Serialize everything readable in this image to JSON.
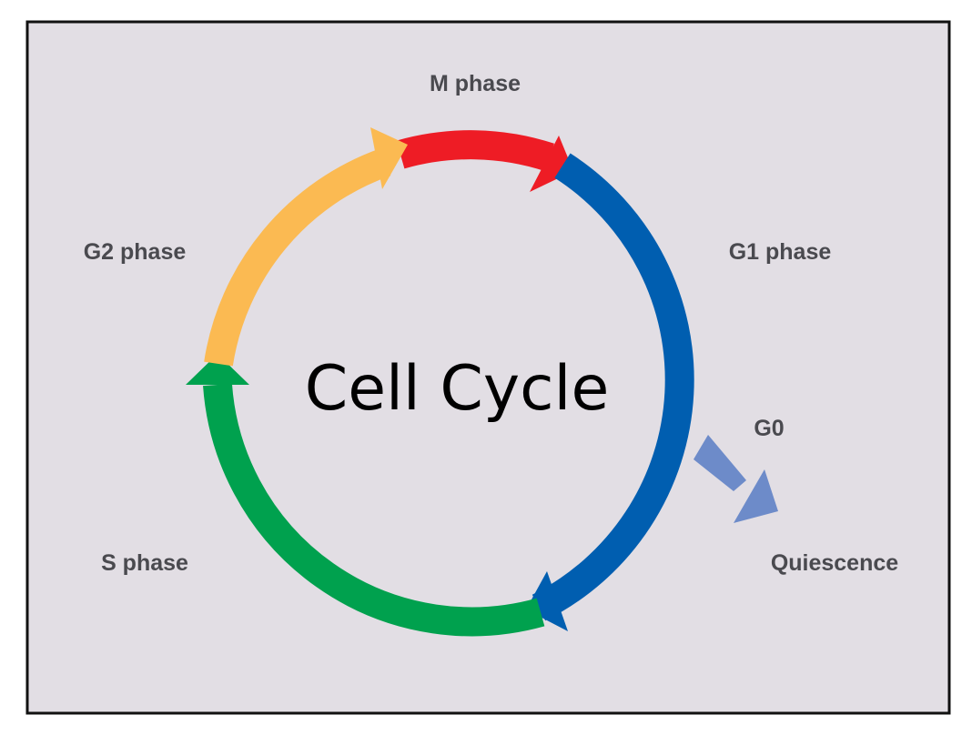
{
  "title": "Cell Cycle",
  "phases": {
    "m": "M phase",
    "g1": "G1 phase",
    "g2": "G2 phase",
    "s": "S phase",
    "g0": "G0",
    "quiescence": "Quiescence"
  },
  "colors": {
    "background": "#e2dee4",
    "border": "#111111",
    "m_phase": "#ee1c25",
    "g1_phase": "#005eb0",
    "s_phase": "#00a14e",
    "g2_phase": "#fbba52",
    "g0_arrow": "#6d8bc9",
    "label_text": "#4a4a4f"
  }
}
